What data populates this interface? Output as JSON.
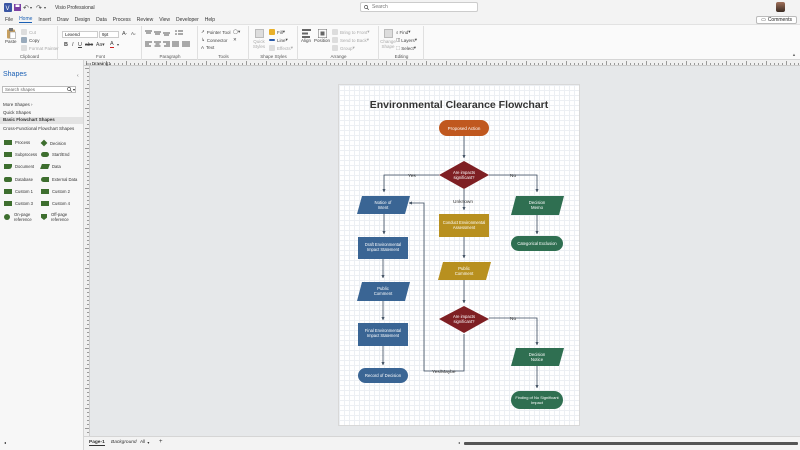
{
  "app": {
    "title": "Visio Professional"
  },
  "search": {
    "placeholder": "Search"
  },
  "menu": {
    "items": [
      "File",
      "Home",
      "Insert",
      "Draw",
      "Design",
      "Data",
      "Process",
      "Review",
      "View",
      "Developer",
      "Help"
    ],
    "active": "Home"
  },
  "comments_label": "Comments",
  "ribbon": {
    "clipboard": {
      "paste": "Paste",
      "cut": "Cut",
      "copy": "Copy",
      "format_painter": "Format Painter",
      "label": "Clipboard"
    },
    "font": {
      "family": "Lexend",
      "size": "9pt",
      "label": "Font"
    },
    "paragraph": {
      "label": "Paragraph"
    },
    "tools": {
      "pointer": "Pointer Tool",
      "connector": "Connector",
      "text": "Text",
      "label": "Tools"
    },
    "shape_styles": {
      "quick_styles": "Quick Styles",
      "fill": "Fill",
      "line": "Line",
      "effects": "Effects",
      "label": "Shape Styles"
    },
    "arrange": {
      "align": "Align",
      "position": "Position",
      "bring_to_front": "Bring to Front",
      "send_to_back": "Send to Back",
      "group": "Group",
      "label": "Arrange"
    },
    "editing": {
      "change_shape": "Change Shape",
      "find": "Find",
      "layers": "Layers",
      "select": "Select",
      "label": "Editing"
    }
  },
  "doc_tab": "Drawing1",
  "shapes_pane": {
    "title": "Shapes",
    "search_placeholder": "Search shapes",
    "more_shapes": "More Shapes",
    "quick_shapes": "Quick Shapes",
    "stencils": [
      "Basic Flowchart Shapes",
      "Cross-Functional Flowchart Shapes"
    ],
    "tiles": [
      "Process",
      "Decision",
      "Subprocess",
      "Start/End",
      "Document",
      "Data",
      "Database",
      "External Data",
      "Custom 1",
      "Custom 2",
      "Custom 3",
      "Custom 4",
      "On-page reference",
      "Off-page reference"
    ]
  },
  "flowchart": {
    "title": "Environmental Clearance Flowchart",
    "nodes": {
      "proposed": "Proposed Action",
      "d1": [
        "Are impacts",
        "significant?"
      ],
      "noi": [
        "Notice of",
        "Intent"
      ],
      "dm": [
        "Decision",
        "Memo"
      ],
      "cei": [
        "Conduct Environmental",
        "Assessment"
      ],
      "ce": "Categorical Exclusion",
      "draft": [
        "Draft Environmental",
        "Impact Statement"
      ],
      "pc1": [
        "Public",
        "Comment"
      ],
      "pc2": [
        "Public",
        "Comment"
      ],
      "d2": [
        "Are impacts",
        "significant?"
      ],
      "final": [
        "Final Environmental",
        "Impact Statement"
      ],
      "dn": [
        "Decision",
        "Notice"
      ],
      "rod": "Record of Decision",
      "fonsi": [
        "Finding of No Significant",
        "Impact"
      ]
    },
    "edge_labels": {
      "yes": "Yes",
      "no1": "No",
      "unknown": "Unknown",
      "no2": "No",
      "yesmaybe": "Yes/Maybe"
    },
    "colors": {
      "start": "#c0581f",
      "decision": "#7e1f23",
      "blue": "#3a6594",
      "green": "#2f6f51",
      "gold": "#b8901f",
      "line": "#3a4a5c"
    }
  },
  "status": {
    "page_tab": "Page-1",
    "background_tab": "Background",
    "all_tab": "All"
  }
}
